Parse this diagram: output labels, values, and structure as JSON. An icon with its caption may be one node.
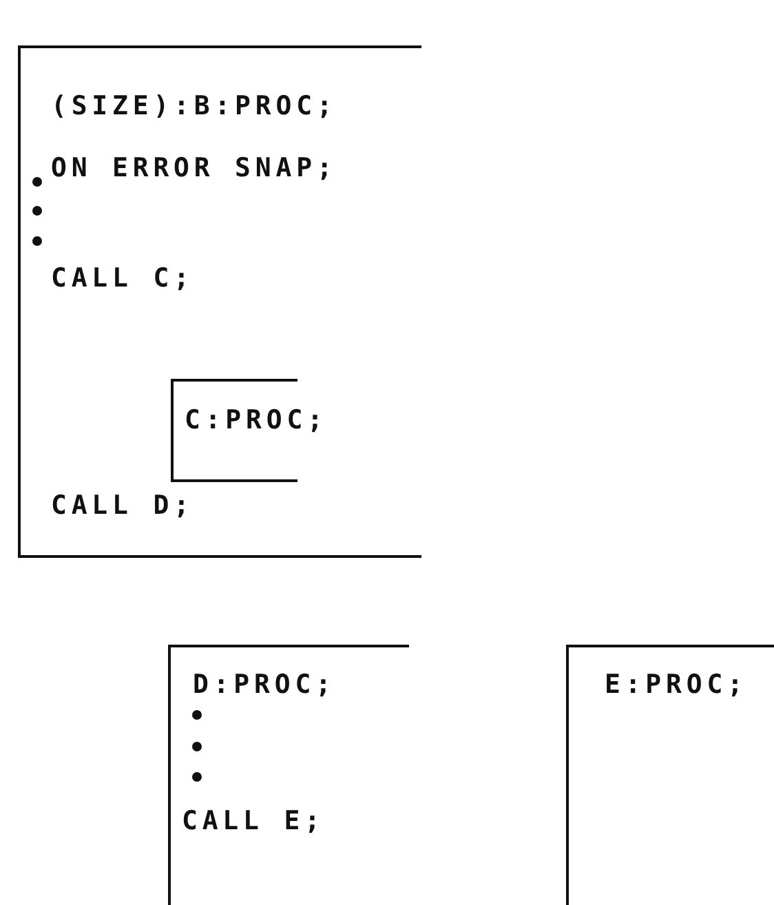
{
  "diagram": {
    "nodes": [
      {
        "text": [
          "(SIZE):B:PROC;",
          "ON ERROR SNAP;",
          "CALL C;",
          "CALL D;"
        ]
      },
      {
        "text": [
          "C:PROC;"
        ],
        "in": 0
      },
      {
        "text": [
          "D:PROC;",
          "CALL E;"
        ]
      },
      {
        "text": [
          "E:PROC;"
        ]
      }
    ],
    "edges": []
  }
}
